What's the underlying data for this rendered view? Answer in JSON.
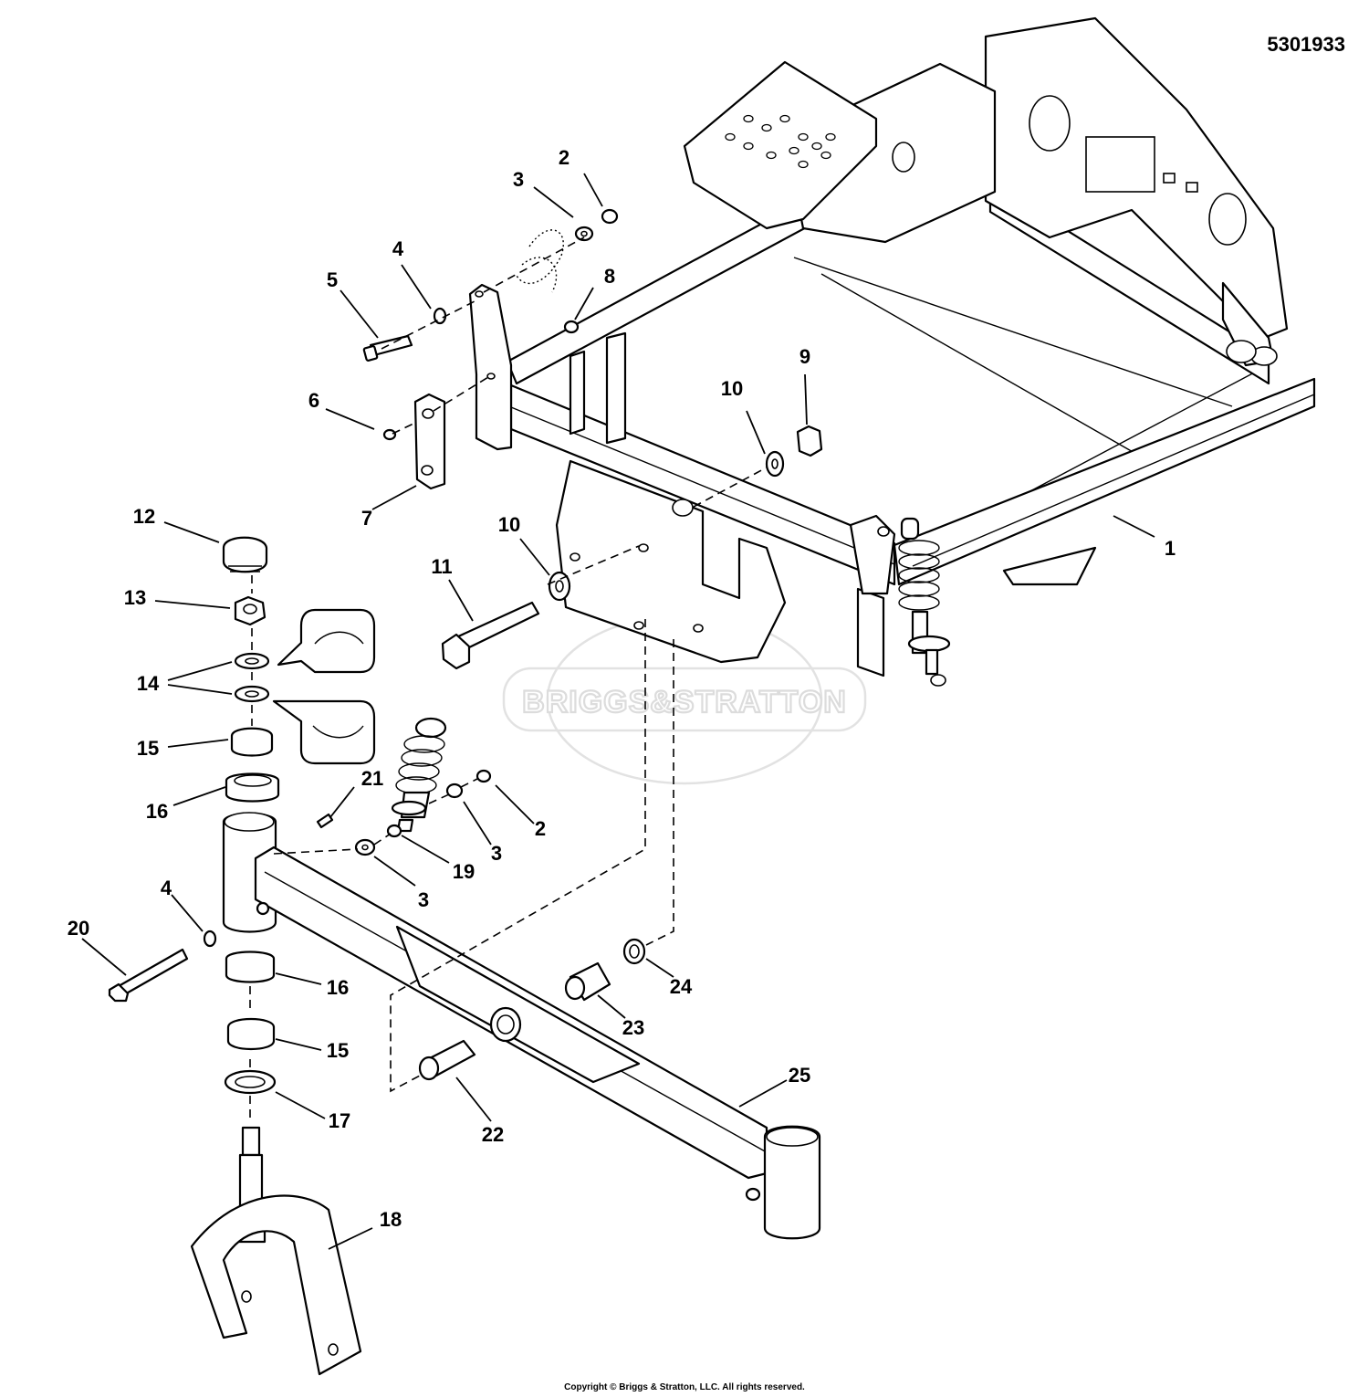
{
  "document": {
    "diagram_number": "5301933",
    "copyright": "Copyright © Briggs & Stratton, LLC. All rights reserved.",
    "watermark_text": "BRIGGS&STRATTON"
  },
  "callouts": [
    {
      "id": "c1",
      "label": "1"
    },
    {
      "id": "c2a",
      "label": "2"
    },
    {
      "id": "c2b",
      "label": "2"
    },
    {
      "id": "c3a",
      "label": "3"
    },
    {
      "id": "c3b",
      "label": "3"
    },
    {
      "id": "c3c",
      "label": "3"
    },
    {
      "id": "c4a",
      "label": "4"
    },
    {
      "id": "c4b",
      "label": "4"
    },
    {
      "id": "c5",
      "label": "5"
    },
    {
      "id": "c6",
      "label": "6"
    },
    {
      "id": "c7",
      "label": "7"
    },
    {
      "id": "c8",
      "label": "8"
    },
    {
      "id": "c9",
      "label": "9"
    },
    {
      "id": "c10a",
      "label": "10"
    },
    {
      "id": "c10b",
      "label": "10"
    },
    {
      "id": "c11",
      "label": "11"
    },
    {
      "id": "c12",
      "label": "12"
    },
    {
      "id": "c13",
      "label": "13"
    },
    {
      "id": "c14",
      "label": "14"
    },
    {
      "id": "c15a",
      "label": "15"
    },
    {
      "id": "c15b",
      "label": "15"
    },
    {
      "id": "c16a",
      "label": "16"
    },
    {
      "id": "c16b",
      "label": "16"
    },
    {
      "id": "c17",
      "label": "17"
    },
    {
      "id": "c18",
      "label": "18"
    },
    {
      "id": "c19",
      "label": "19"
    },
    {
      "id": "c20",
      "label": "20"
    },
    {
      "id": "c21",
      "label": "21"
    },
    {
      "id": "c22",
      "label": "22"
    },
    {
      "id": "c23",
      "label": "23"
    },
    {
      "id": "c24",
      "label": "24"
    },
    {
      "id": "c25",
      "label": "25"
    }
  ]
}
